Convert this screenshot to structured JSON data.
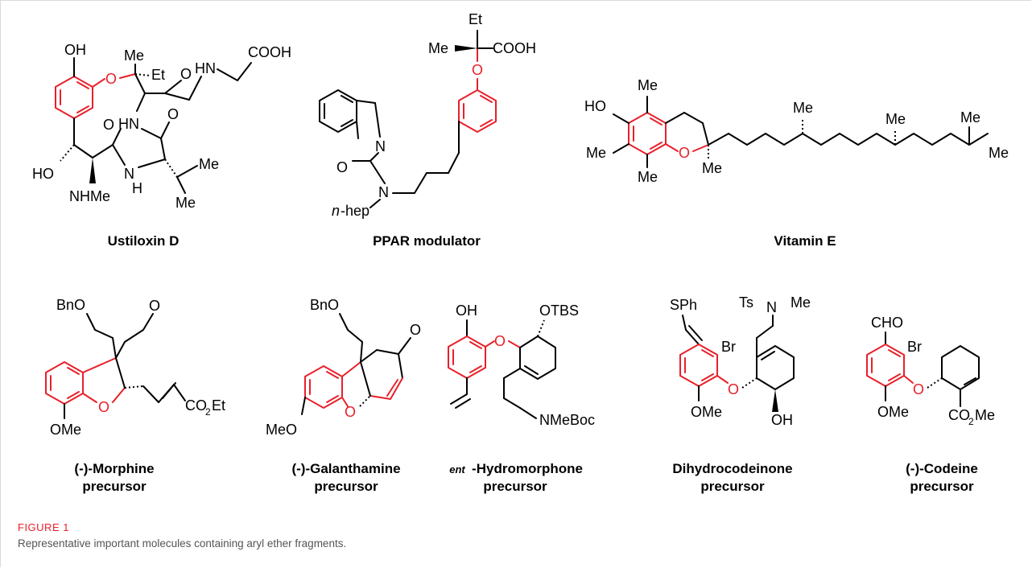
{
  "figure": {
    "caption_label": "FIGURE 1",
    "caption_text": "Representative important molecules containing aryl ether fragments."
  },
  "molecules": [
    {
      "id": "ustiloxin",
      "name": "Ustiloxin D"
    },
    {
      "id": "ppar",
      "name": "PPAR modulator"
    },
    {
      "id": "vitamin_e",
      "name": "Vitamin E"
    },
    {
      "id": "morphine",
      "name_line1": "(-)-Morphine",
      "name_line2": "precursor"
    },
    {
      "id": "galanthamine",
      "name_line1": "(-)-Galanthamine",
      "name_line2": "precursor"
    },
    {
      "id": "hydromorphone",
      "name_prefix": "ent",
      "name_line1": "-Hydromorphone",
      "name_line2": "precursor"
    },
    {
      "id": "dihydrocodeinone",
      "name_line1": "Dihydrocodeinone",
      "name_line2": "precursor"
    },
    {
      "id": "codeine",
      "name_line1": "(-)-Codeine",
      "name_line2": "precursor"
    }
  ],
  "atom_labels": {
    "oh": "OH",
    "o": "O",
    "me": "Me",
    "et": "Et",
    "hn": "HN",
    "n": "N",
    "h": "H",
    "cooh": "COOH",
    "ho": "HO",
    "nhme": "NHMe",
    "nhep_n": "n",
    "nhep_rest": "-hep",
    "bno": "BnO",
    "ome": "OMe",
    "meo": "MeO",
    "co2et_a": "CO",
    "co2et_sub": "2",
    "co2et_b": "Et",
    "otbs": "OTBS",
    "nmeboc": "NMeBoc",
    "sph": "SPh",
    "br": "Br",
    "ts": "Ts",
    "cho": "CHO",
    "co2me_a": "CO",
    "co2me_sub": "2",
    "co2me_b": "Me"
  },
  "colors": {
    "highlight": "#e8202a",
    "bond": "#000000",
    "caption_label": "#e8202a",
    "caption_text": "#555555"
  }
}
